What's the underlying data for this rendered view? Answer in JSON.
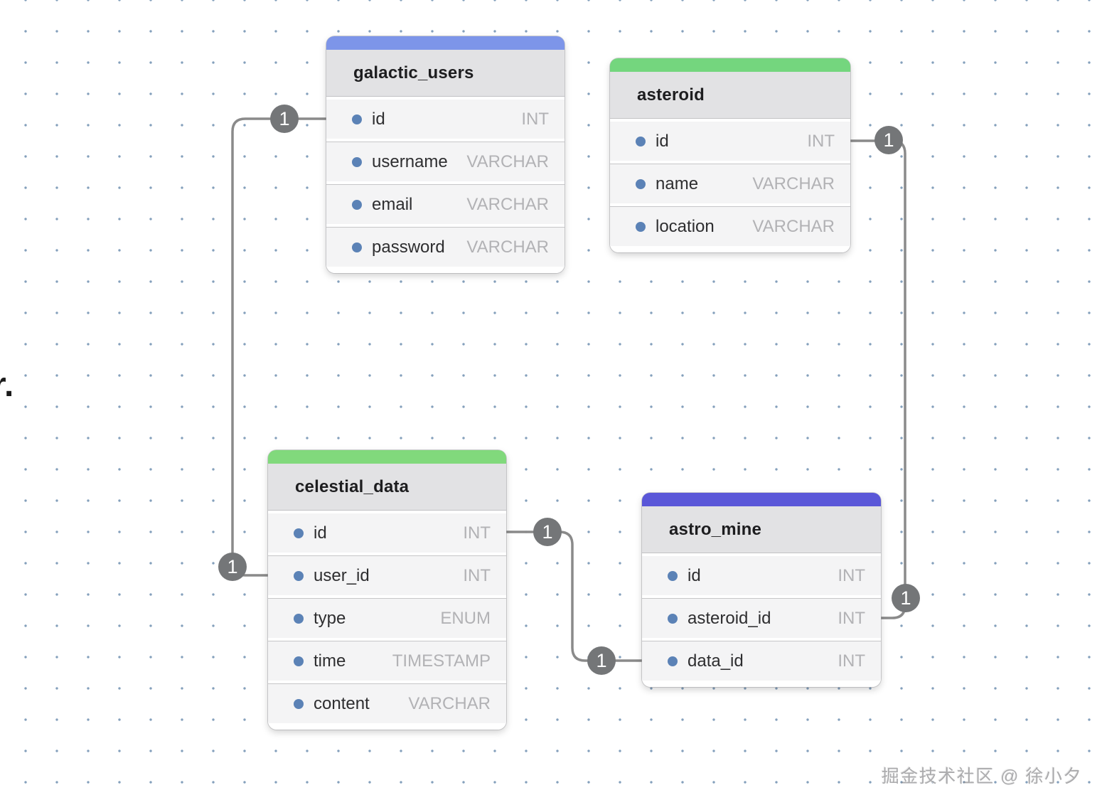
{
  "colors": {
    "grid_dot": "#84a0bc",
    "connector_line": "#8a8a8a",
    "badge_bg": "#747678",
    "badge_text": "#ffffff",
    "field_bullet": "#5b82b6"
  },
  "partial_text": "r.",
  "watermark": "掘金技术社区 @ 徐小夕",
  "tables": [
    {
      "name": "galactic_users",
      "accent_color": "#7d95e9",
      "fields": [
        {
          "name": "id",
          "type": "INT"
        },
        {
          "name": "username",
          "type": "VARCHAR"
        },
        {
          "name": "email",
          "type": "VARCHAR"
        },
        {
          "name": "password",
          "type": "VARCHAR"
        }
      ]
    },
    {
      "name": "asteroid",
      "accent_color": "#74d67e",
      "fields": [
        {
          "name": "id",
          "type": "INT"
        },
        {
          "name": "name",
          "type": "VARCHAR"
        },
        {
          "name": "location",
          "type": "VARCHAR"
        }
      ]
    },
    {
      "name": "celestial_data",
      "accent_color": "#81d97c",
      "fields": [
        {
          "name": "id",
          "type": "INT"
        },
        {
          "name": "user_id",
          "type": "INT"
        },
        {
          "name": "type",
          "type": "ENUM"
        },
        {
          "name": "time",
          "type": "TIMESTAMP"
        },
        {
          "name": "content",
          "type": "VARCHAR"
        }
      ]
    },
    {
      "name": "astro_mine",
      "accent_color": "#5a57d8",
      "fields": [
        {
          "name": "id",
          "type": "INT"
        },
        {
          "name": "asteroid_id",
          "type": "INT"
        },
        {
          "name": "data_id",
          "type": "INT"
        }
      ]
    }
  ],
  "connections": [
    {
      "from": "galactic_users.id",
      "to": "celestial_data.user_id",
      "from_label": "1",
      "to_label": "1"
    },
    {
      "from": "celestial_data.id",
      "to": "astro_mine.data_id",
      "from_label": "1",
      "to_label": "1"
    },
    {
      "from": "asteroid.id",
      "to": "astro_mine.asteroid_id",
      "from_label": "1",
      "to_label": "1"
    }
  ]
}
